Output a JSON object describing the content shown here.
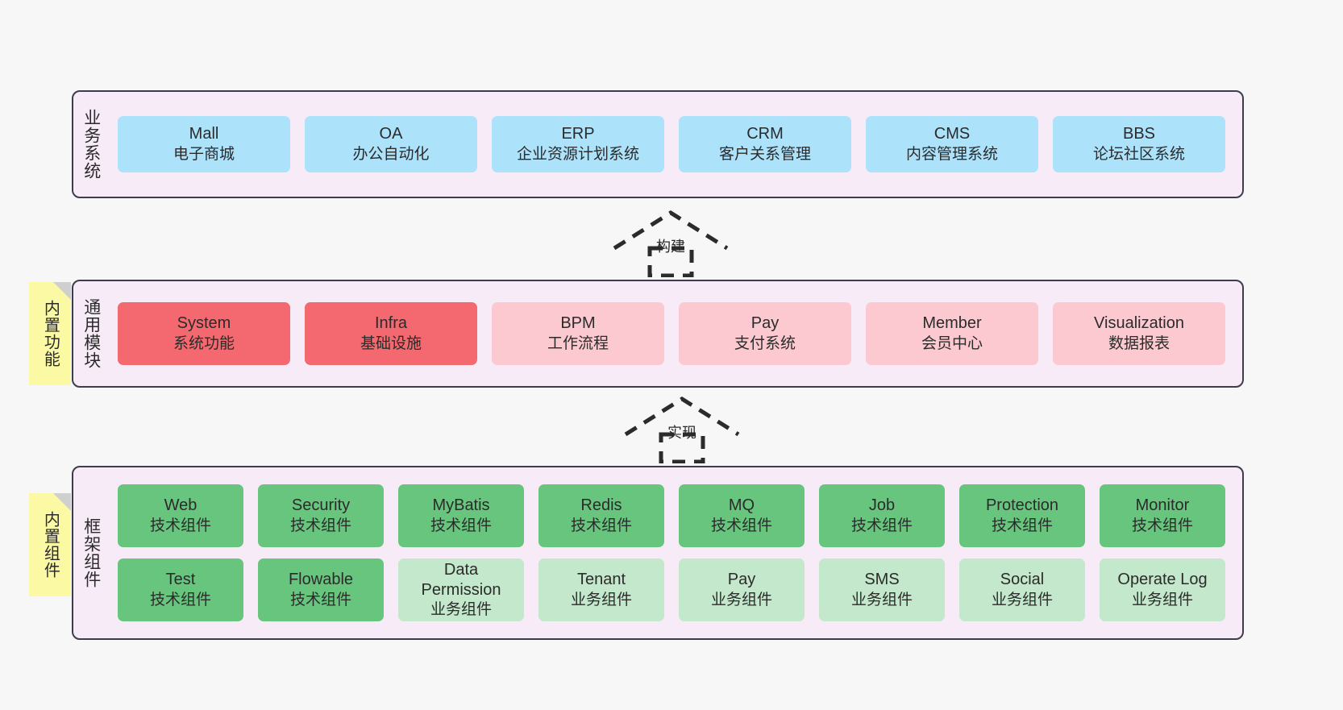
{
  "diagram": {
    "title_hidden": "",
    "colors": {
      "panel_bg": "#f7ebf7",
      "panel_border": "#3d3d4e",
      "business_box": "#ade2fb",
      "core_module_box": "#f4696f",
      "module_box": "#fbc9cf",
      "tech_component_box": "#67c57e",
      "business_component_box": "#c3e8cc",
      "note_bg": "#fbf9a4",
      "note_fold": "#cfcfcf"
    }
  },
  "notes": [
    {
      "name": "builtin-function",
      "text": "内置功能"
    },
    {
      "name": "builtin-component",
      "text": "内置组件"
    }
  ],
  "connectors": [
    {
      "name": "build-arrow",
      "label": "构建",
      "style": "dashed-hollow-up"
    },
    {
      "name": "implement-arrow",
      "label": "实现",
      "style": "dashed-hollow-up"
    }
  ],
  "layers": [
    {
      "id": "business",
      "title": "业务系统",
      "rows": [
        {
          "items": [
            {
              "en": "Mall",
              "cn": "电子商城",
              "color": "c-blue"
            },
            {
              "en": "OA",
              "cn": "办公自动化",
              "color": "c-blue"
            },
            {
              "en": "ERP",
              "cn": "企业资源计划系统",
              "color": "c-blue"
            },
            {
              "en": "CRM",
              "cn": "客户关系管理",
              "color": "c-blue"
            },
            {
              "en": "CMS",
              "cn": "内容管理系统",
              "color": "c-blue"
            },
            {
              "en": "BBS",
              "cn": "论坛社区系统",
              "color": "c-blue"
            }
          ]
        }
      ]
    },
    {
      "id": "common",
      "title": "通用模块",
      "rows": [
        {
          "items": [
            {
              "en": "System",
              "cn": "系统功能",
              "color": "c-red"
            },
            {
              "en": "Infra",
              "cn": "基础设施",
              "color": "c-red"
            },
            {
              "en": "BPM",
              "cn": "工作流程",
              "color": "c-pink"
            },
            {
              "en": "Pay",
              "cn": "支付系统",
              "color": "c-pink"
            },
            {
              "en": "Member",
              "cn": "会员中心",
              "color": "c-pink"
            },
            {
              "en": "Visualization",
              "cn": "数据报表",
              "color": "c-pink"
            }
          ]
        }
      ]
    },
    {
      "id": "framework",
      "title": "框架组件",
      "rows": [
        {
          "items": [
            {
              "en": "Web",
              "cn": "技术组件",
              "color": "c-green"
            },
            {
              "en": "Security",
              "cn": "技术组件",
              "color": "c-green"
            },
            {
              "en": "MyBatis",
              "cn": "技术组件",
              "color": "c-green"
            },
            {
              "en": "Redis",
              "cn": "技术组件",
              "color": "c-green"
            },
            {
              "en": "MQ",
              "cn": "技术组件",
              "color": "c-green"
            },
            {
              "en": "Job",
              "cn": "技术组件",
              "color": "c-green"
            },
            {
              "en": "Protection",
              "cn": "技术组件",
              "color": "c-green"
            },
            {
              "en": "Monitor",
              "cn": "技术组件",
              "color": "c-green"
            }
          ]
        },
        {
          "items": [
            {
              "en": "Test",
              "cn": "技术组件",
              "color": "c-green"
            },
            {
              "en": "Flowable",
              "cn": "技术组件",
              "color": "c-green"
            },
            {
              "en": "Data Permission",
              "cn": "业务组件",
              "color": "c-lgreen"
            },
            {
              "en": "Tenant",
              "cn": "业务组件",
              "color": "c-lgreen"
            },
            {
              "en": "Pay",
              "cn": "业务组件",
              "color": "c-lgreen"
            },
            {
              "en": "SMS",
              "cn": "业务组件",
              "color": "c-lgreen"
            },
            {
              "en": "Social",
              "cn": "业务组件",
              "color": "c-lgreen"
            },
            {
              "en": "Operate Log",
              "cn": "业务组件",
              "color": "c-lgreen"
            }
          ]
        }
      ]
    }
  ]
}
